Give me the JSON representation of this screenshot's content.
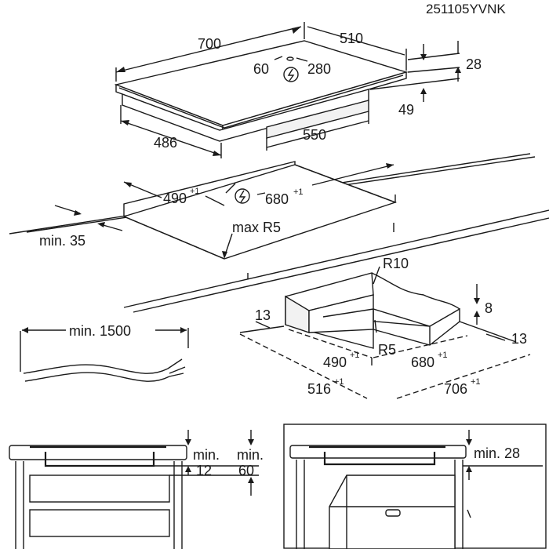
{
  "doc_code": "251105YVNK",
  "hob": {
    "width": "700",
    "depth": "510",
    "thickness": "28",
    "conn_offset_left": "60",
    "conn_offset_right": "280",
    "body_height": "49",
    "body_depth": "486",
    "body_width": "550"
  },
  "cutout": {
    "depth": "490",
    "depth_tol": "+1",
    "width": "680",
    "width_tol": "+1",
    "corner_radius": "max R5",
    "min_edge": "min. 35"
  },
  "flush": {
    "radius_outer": "R10",
    "radius_inner": "R5",
    "rebate_depth": "8",
    "rebate_left": "13",
    "rebate_right": "13",
    "inner_depth": "490",
    "inner_depth_tol": "+1",
    "inner_width": "680",
    "inner_width_tol": "+1",
    "outer_depth": "516",
    "outer_depth_tol": "+1",
    "outer_width": "706",
    "outer_width_tol": "+1"
  },
  "cable": {
    "min_length": "min. 1500"
  },
  "clearance_drawer": {
    "min_label_a": "min.",
    "min_value_a": "12",
    "min_label_b": "min.",
    "min_value_b": "60"
  },
  "clearance_oven": {
    "min_label": "min. 28"
  }
}
